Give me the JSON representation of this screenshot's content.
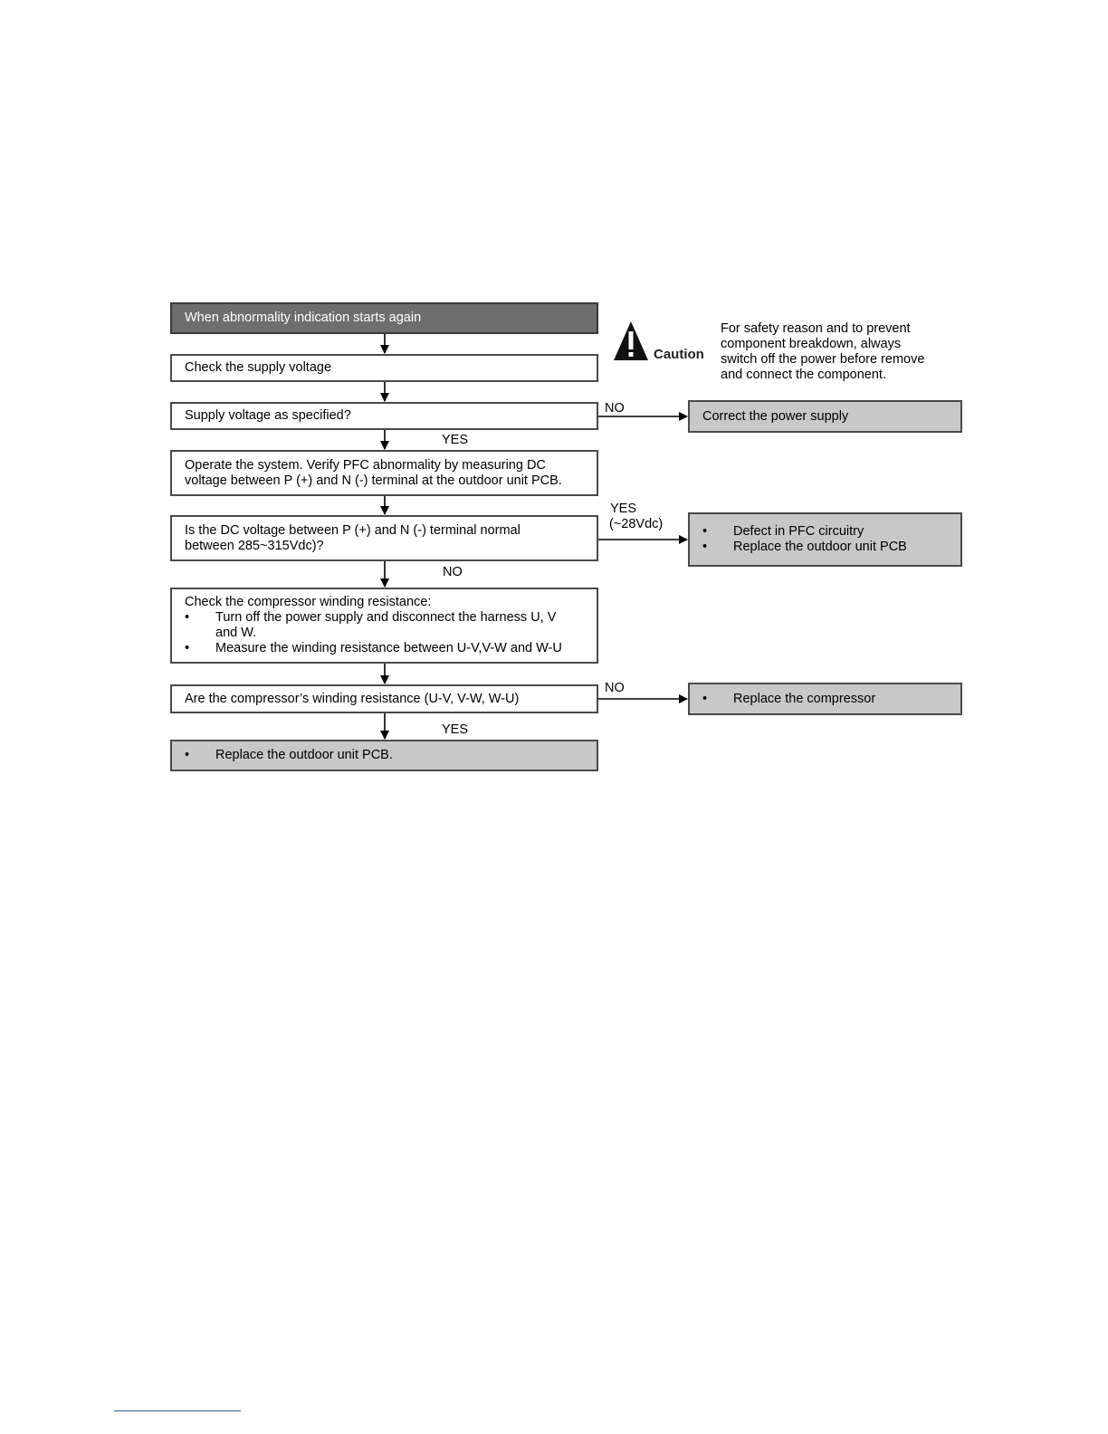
{
  "flowchart": {
    "start": "When abnormality indication starts again",
    "check_supply": "Check the supply voltage",
    "supply_q": "Supply voltage as specified?",
    "correct_supply": "Correct the power supply",
    "operate_line1": "Operate the system. Verify PFC abnormality by measuring DC",
    "operate_line2": "voltage between P (+) and N (-) terminal at the outdoor unit PCB.",
    "dc_q_line1": "Is the DC voltage between P (+) and N (-) terminal normal",
    "dc_q_line2": "between 285~315Vdc)?",
    "pfc_defect": {
      "items": [
        "Defect in PFC circuitry",
        "Replace the outdoor unit PCB"
      ]
    },
    "winding_check": {
      "title": "Check the compressor winding resistance:",
      "item1_line1": "Turn off the power supply and disconnect the harness U, V",
      "item1_line2": "and W.",
      "item2": "Measure the winding resistance between U-V,V-W and W-U"
    },
    "winding_q": "Are the compressor’s winding resistance (U-V, V-W, W-U)",
    "replace_compressor": "Replace the compressor",
    "replace_pcb": "Replace the outdoor unit PCB.",
    "bullet_glyph": "•",
    "labels": {
      "no1": "NO",
      "yes1": "YES",
      "yes2_line1": "YES",
      "yes2_line2": "(~28Vdc)",
      "no2": "NO",
      "no3": "NO",
      "yes3": "YES"
    }
  },
  "caution": {
    "word": "Caution",
    "text_lines": [
      "For safety reason and to prevent",
      "component breakdown, always",
      "switch off the power before remove",
      "and connect the component."
    ],
    "icon": "warning-triangle-icon"
  },
  "colors": {
    "start_fill": "#6e6e6e",
    "action_fill": "#c8c8c8",
    "border": "#4a4a4a"
  }
}
